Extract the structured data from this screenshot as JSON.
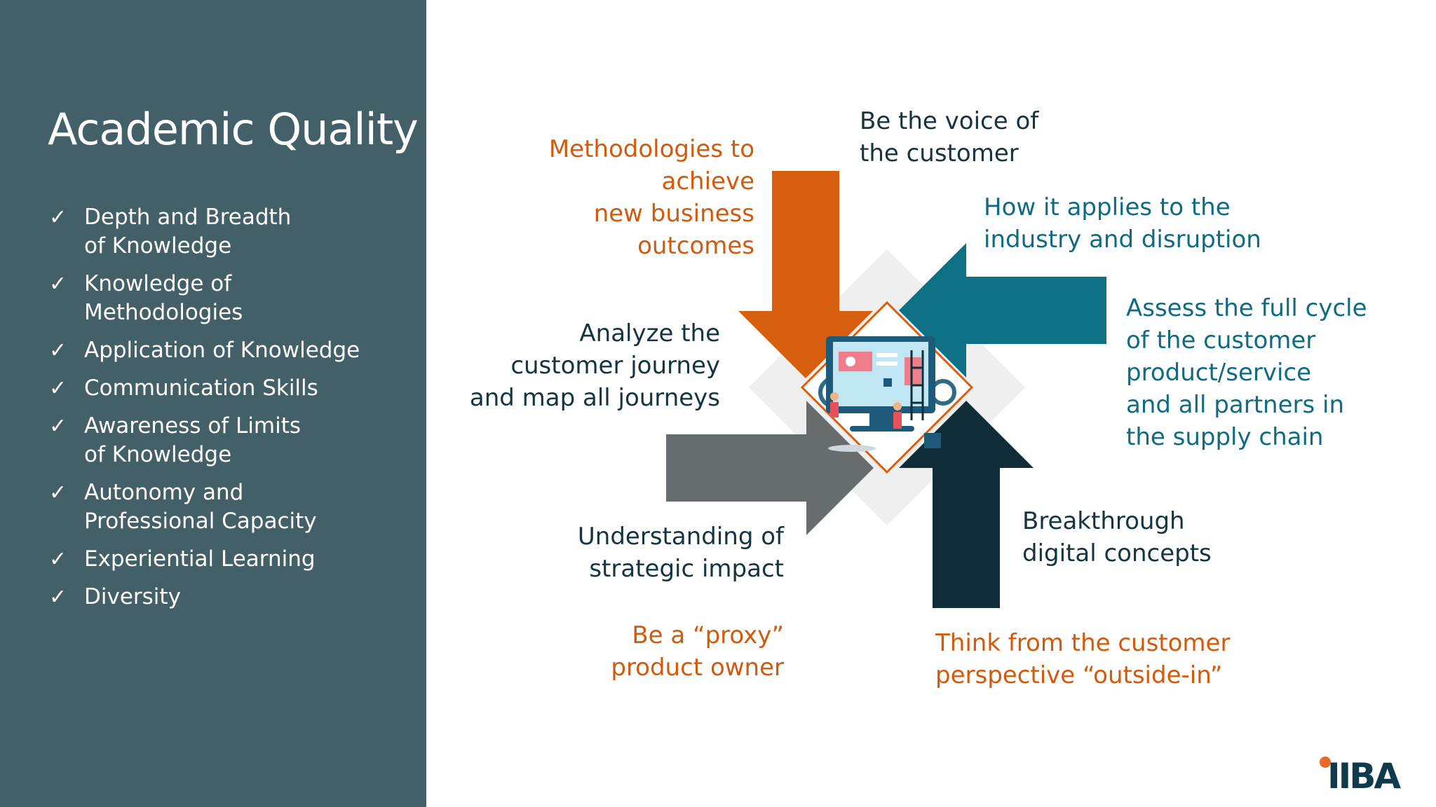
{
  "sidebar": {
    "title": "Academic Quality",
    "items": [
      {
        "label": "Depth and Breadth\nof Knowledge"
      },
      {
        "label": "Knowledge of\nMethodologies"
      },
      {
        "label": "Application of Knowledge"
      },
      {
        "label": "Communication Skills"
      },
      {
        "label": "Awareness of Limits\nof Knowledge"
      },
      {
        "label": "Autonomy and\nProfessional Capacity"
      },
      {
        "label": "Experiential Learning"
      },
      {
        "label": "Diversity"
      }
    ],
    "check_glyph": "✓"
  },
  "diagram": {
    "labels": {
      "methodologies": "Methodologies to\nachieve\nnew business\noutcomes",
      "voice": "Be the voice of\nthe customer",
      "industry": "How it applies to the\nindustry and disruption",
      "assess": "Assess the full cycle\nof the customer\nproduct/service\nand all partners in\nthe supply chain",
      "analyze": "Analyze the\ncustomer journey\nand map all journeys",
      "understanding": "Understanding of\nstrategic impact",
      "proxy": "Be a “proxy”\nproduct owner",
      "breakthrough": "Breakthrough\ndigital concepts",
      "think": "Think from the customer\nperspective “outside-in”"
    },
    "colors": {
      "orange": "#d95f0e",
      "teal": "#0e7085",
      "gray": "#676d6f",
      "navy": "#0f2e3a",
      "diamond": "#efefef"
    },
    "center_icon": "computer-team-illustration-icon"
  },
  "logo": {
    "text": "IIBA",
    "icon": "iiba-logo-icon"
  }
}
